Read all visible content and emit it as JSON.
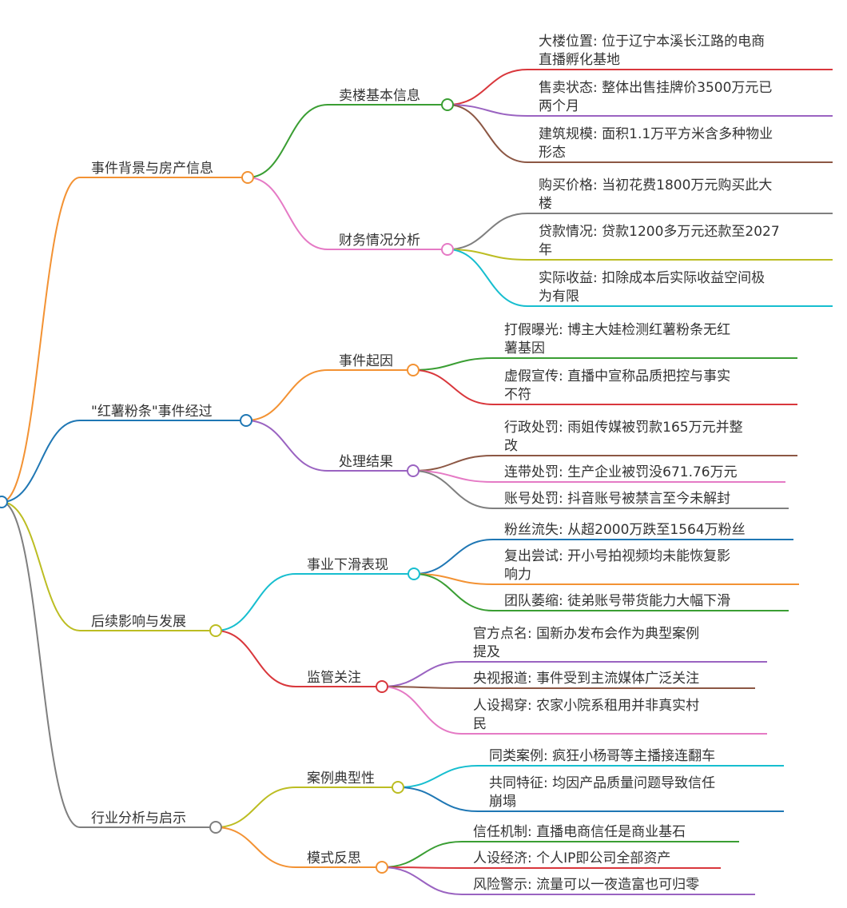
{
  "mindmap": {
    "root_node": "",
    "branches": [
      {
        "label": "事件背景与房产信息",
        "color": "#f39233",
        "subs": [
          {
            "label": "卖楼基本信息",
            "color": "#3a9e33",
            "leaves": [
              {
                "text": [
                  "大楼位置: 位于辽宁本溪长江路的电商",
                  "直播孵化基地"
                ],
                "color": "#d9373c"
              },
              {
                "text": [
                  "售卖状态: 整体出售挂牌价3500万元已",
                  "两个月"
                ],
                "color": "#9a63c1"
              },
              {
                "text": [
                  "建筑规模: 面积1.1万平方米含多种物业",
                  "形态"
                ],
                "color": "#8c5744"
              }
            ]
          },
          {
            "label": "财务情况分析",
            "color": "#e57ac5",
            "leaves": [
              {
                "text": [
                  "购买价格: 当初花费1800万元购买此大",
                  "楼"
                ],
                "color": "#7f7f7f"
              },
              {
                "text": [
                  "贷款情况: 贷款1200多万元还款至2027",
                  "年"
                ],
                "color": "#bcbd22"
              },
              {
                "text": [
                  "实际收益: 扣除成本后实际收益空间极",
                  "为有限"
                ],
                "color": "#17becf"
              }
            ]
          }
        ]
      },
      {
        "label": "\"红薯粉条\"事件经过",
        "color": "#1f77b4",
        "subs": [
          {
            "label": "事件起因",
            "color": "#f39233",
            "leaves": [
              {
                "text": [
                  "打假曝光: 博主大娃检测红薯粉条无红",
                  "薯基因"
                ],
                "color": "#3a9e33"
              },
              {
                "text": [
                  "虚假宣传: 直播中宣称品质把控与事实",
                  "不符"
                ],
                "color": "#d9373c"
              }
            ]
          },
          {
            "label": "处理结果",
            "color": "#9a63c1",
            "leaves": [
              {
                "text": [
                  "行政处罚: 雨姐传媒被罚款165万元并整",
                  "改"
                ],
                "color": "#8c5744"
              },
              {
                "text": [
                  "连带处罚: 生产企业被罚没671.76万元"
                ],
                "color": "#e57ac5"
              },
              {
                "text": [
                  "账号处罚: 抖音账号被禁言至今未解封"
                ],
                "color": "#7f7f7f"
              }
            ]
          }
        ]
      },
      {
        "label": "后续影响与发展",
        "color": "#bcbd22",
        "subs": [
          {
            "label": "事业下滑表现",
            "color": "#17becf",
            "leaves": [
              {
                "text": [
                  "粉丝流失: 从超2000万跌至1564万粉丝"
                ],
                "color": "#1f77b4"
              },
              {
                "text": [
                  "复出尝试: 开小号拍视频均未能恢复影",
                  "响力"
                ],
                "color": "#f39233"
              },
              {
                "text": [
                  "团队萎缩: 徒弟账号带货能力大幅下滑"
                ],
                "color": "#3a9e33"
              }
            ]
          },
          {
            "label": "监管关注",
            "color": "#d9373c",
            "leaves": [
              {
                "text": [
                  "官方点名: 国新办发布会作为典型案例",
                  "提及"
                ],
                "color": "#9a63c1"
              },
              {
                "text": [
                  "央视报道: 事件受到主流媒体广泛关注"
                ],
                "color": "#8c5744"
              },
              {
                "text": [
                  "人设揭穿: 农家小院系租用并非真实村",
                  "民"
                ],
                "color": "#e57ac5"
              }
            ]
          }
        ]
      },
      {
        "label": "行业分析与启示",
        "color": "#7f7f7f",
        "subs": [
          {
            "label": "案例典型性",
            "color": "#bcbd22",
            "leaves": [
              {
                "text": [
                  "同类案例: 疯狂小杨哥等主播接连翻车"
                ],
                "color": "#17becf"
              },
              {
                "text": [
                  "共同特征: 均因产品质量问题导致信任",
                  "崩塌"
                ],
                "color": "#1f77b4"
              }
            ]
          },
          {
            "label": "模式反思",
            "color": "#f39233",
            "leaves": [
              {
                "text": [
                  "信任机制: 直播电商信任是商业基石"
                ],
                "color": "#3a9e33"
              },
              {
                "text": [
                  "人设经济: 个人IP即公司全部资产"
                ],
                "color": "#d9373c"
              },
              {
                "text": [
                  "风险警示: 流量可以一夜造富也可归零"
                ],
                "color": "#9a63c1"
              }
            ]
          }
        ]
      }
    ]
  }
}
